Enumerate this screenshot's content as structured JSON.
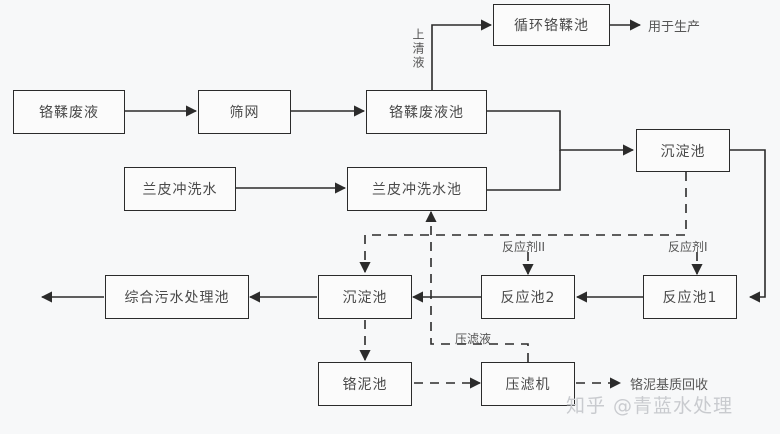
{
  "diagram": {
    "type": "process-flowchart",
    "nodes": {
      "chrome_waste": "铬鞣废液",
      "screen": "筛网",
      "chrome_waste_tank": "铬鞣废液池",
      "recycle_tank": "循环铬鞣池",
      "wetblue_rinse": "兰皮冲洗水",
      "wetblue_rinse_tank": "兰皮冲洗水池",
      "settling_tank_1": "沉淀池",
      "reaction_tank_1": "反应池1",
      "reaction_tank_2": "反应池2",
      "settling_tank_2": "沉淀池",
      "wastewater_plant": "综合污水处理池",
      "sludge_tank": "铬泥池",
      "filter_press": "压滤机"
    },
    "labels": {
      "supernatant": "上清液",
      "to_production": "用于生产",
      "reagent_2": "反应剂II",
      "reagent_1": "反应剂I",
      "filtrate": "压滤液",
      "sludge_recovery": "铬泥基质回收"
    },
    "edges": [
      {
        "from": "chrome_waste",
        "to": "screen",
        "style": "solid"
      },
      {
        "from": "screen",
        "to": "chrome_waste_tank",
        "style": "solid"
      },
      {
        "from": "chrome_waste_tank",
        "to": "recycle_tank",
        "style": "solid",
        "label": "supernatant"
      },
      {
        "from": "recycle_tank",
        "to": "to_production",
        "style": "solid"
      },
      {
        "from": "wetblue_rinse",
        "to": "wetblue_rinse_tank",
        "style": "solid"
      },
      {
        "from": "chrome_waste_tank",
        "to": "settling_tank_1",
        "style": "solid"
      },
      {
        "from": "wetblue_rinse_tank",
        "to": "settling_tank_1",
        "style": "solid"
      },
      {
        "from": "settling_tank_1",
        "to": "reaction_tank_1",
        "style": "solid"
      },
      {
        "from": "settling_tank_1",
        "to": "settling_tank_2",
        "style": "dashed"
      },
      {
        "from": "reagent_1",
        "to": "reaction_tank_1",
        "style": "dashed"
      },
      {
        "from": "reaction_tank_1",
        "to": "reaction_tank_2",
        "style": "solid"
      },
      {
        "from": "reagent_2",
        "to": "reaction_tank_2",
        "style": "dashed"
      },
      {
        "from": "reaction_tank_2",
        "to": "settling_tank_2",
        "style": "solid"
      },
      {
        "from": "settling_tank_2",
        "to": "wastewater_plant",
        "style": "solid"
      },
      {
        "from": "wastewater_plant",
        "to": "outflow",
        "style": "solid"
      },
      {
        "from": "settling_tank_2",
        "to": "sludge_tank",
        "style": "dashed"
      },
      {
        "from": "sludge_tank",
        "to": "filter_press",
        "style": "dashed"
      },
      {
        "from": "filter_press",
        "to": "sludge_recovery",
        "style": "dashed"
      },
      {
        "from": "filter_press",
        "to": "wetblue_rinse_tank",
        "style": "dashed",
        "label": "filtrate"
      }
    ]
  },
  "watermark": "知乎 @青蓝水处理",
  "colors": {
    "line": "#2b2b2b",
    "text": "#4a4a4a",
    "background": "#f7f8f9",
    "watermark": "#c9cbcf"
  }
}
